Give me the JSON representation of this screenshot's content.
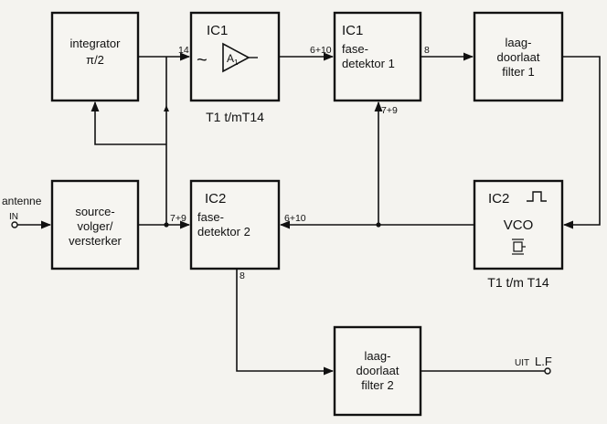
{
  "blocks": {
    "integrator": {
      "line1": "integrator",
      "line2": "π/2"
    },
    "ic1_amp": {
      "ic": "IC1",
      "tilde": "~",
      "amp": "A",
      "amp_sub": "1",
      "caption": "T1 t/mT14"
    },
    "ic1_phase": {
      "ic": "IC1",
      "line1": "fase-",
      "line2": "detektor 1"
    },
    "lowpass1": {
      "line1": "laag-",
      "line2": "doorlaat",
      "line3": "filter 1"
    },
    "source_follower": {
      "line1": "source-",
      "line2": "volger/",
      "line3": "versterker"
    },
    "ic2_phase": {
      "ic": "IC2",
      "line1": "fase-",
      "line2": "detektor 2"
    },
    "ic2_vco": {
      "ic": "IC2",
      "label": "VCO",
      "caption": "T1 t/m T14"
    },
    "lowpass2": {
      "line1": "laag-",
      "line2": "doorlaat",
      "line3": "filter 2"
    }
  },
  "pins": {
    "p14": "14",
    "p6_10_top": "6+10",
    "p8_top": "8",
    "p7_9_top": "7+9",
    "p7_9_bottom": "7+9",
    "p6_10_bottom": "6+10",
    "p8_bottom": "8"
  },
  "io": {
    "antenna": "antenne",
    "in": "IN",
    "out_uit": "UIT",
    "out_lf": "L.F"
  }
}
